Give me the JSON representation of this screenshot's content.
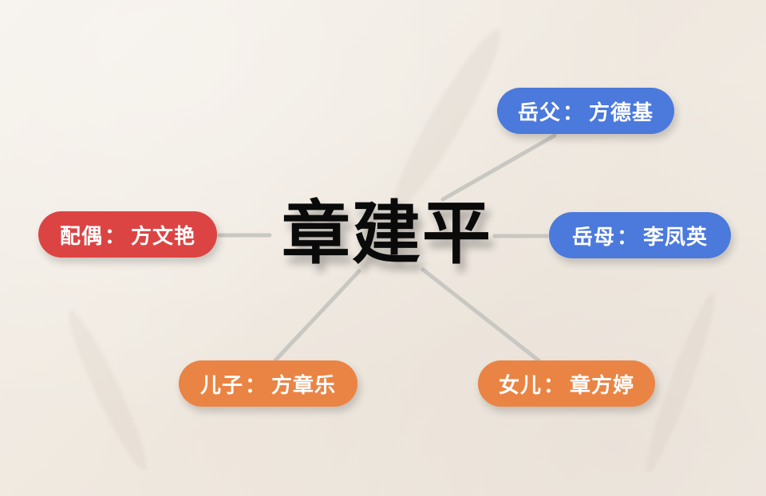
{
  "center": {
    "name": "章建平"
  },
  "colors": {
    "in_laws": "#4b79dc",
    "spouse": "#dc4444",
    "children": "#ea8444",
    "connector": "#c9c7c2",
    "background": "#f2ece4"
  },
  "relations": [
    {
      "id": "father-in-law",
      "role": "岳父",
      "separator": "：",
      "name": "方德基",
      "color": "blue"
    },
    {
      "id": "mother-in-law",
      "role": "岳母",
      "separator": "：",
      "name": "李凤英",
      "color": "blue"
    },
    {
      "id": "spouse",
      "role": "配偶",
      "separator": "：",
      "name": "方文艳",
      "color": "red"
    },
    {
      "id": "son",
      "role": "儿子",
      "separator": "：",
      "name": "方章乐",
      "color": "orange"
    },
    {
      "id": "daughter",
      "role": "女儿",
      "separator": "：",
      "name": "章方婷",
      "color": "orange"
    }
  ]
}
